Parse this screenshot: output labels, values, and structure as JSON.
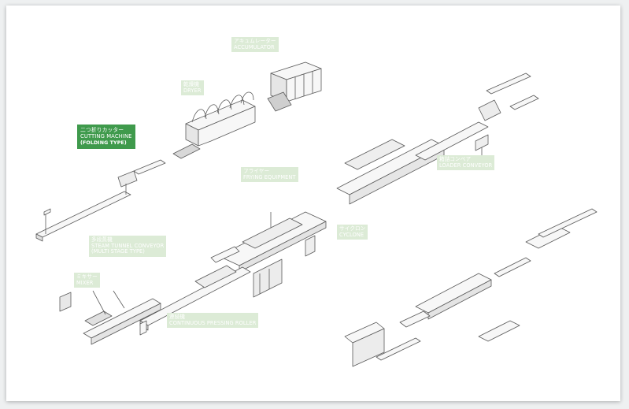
{
  "labels": {
    "accumulator": {
      "jp": "アキュムレーター",
      "en": "ACCUMULATOR"
    },
    "dryer": {
      "jp": "乾燥機",
      "en": "DRYER"
    },
    "cutting": {
      "jp": "二つ折りカッター",
      "en": "CUTTING MACHINE",
      "en2": "(FOLDING TYPE)"
    },
    "frying": {
      "jp": "フライヤー",
      "en": "FRYING EQUIPMENT"
    },
    "loader": {
      "jp": "箱詰コンベア",
      "en": "LOADER CONVEYOR"
    },
    "cyclone": {
      "jp": "サイクロン",
      "en": "CYCLONE"
    },
    "steam": {
      "jp": "多段蒸機",
      "en": "STEAM TUNNEL CONVEYOR",
      "en2": "(MULTI STAGE TYPE)"
    },
    "mixer": {
      "jp": "ミキサー",
      "en": "MIXER"
    },
    "roller": {
      "jp": "連続機",
      "en": "CONTINUOUS PRESSING ROLLER"
    }
  },
  "colors": {
    "highlight": "#3f9a4c",
    "label_bg": "#dcebd6",
    "line": "#555555",
    "frame": "#ffffff"
  }
}
